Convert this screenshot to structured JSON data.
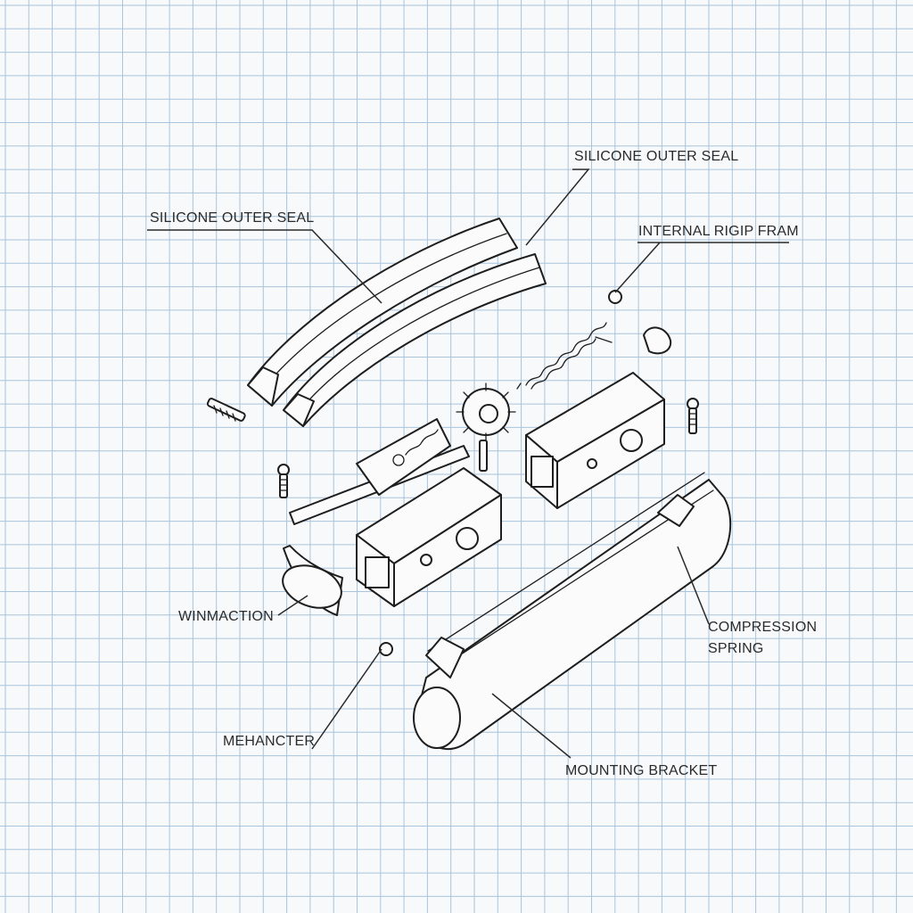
{
  "labels": {
    "seal_right": "SILICONE OUTER SEAL",
    "seal_left": "SILICONE OUTER SEAL",
    "frame": "INTERNAL RIGIP FRAM",
    "winmaction": "WINMACTION",
    "spring_line1": "COMPRESSION",
    "spring_line2": "SPRING",
    "mehancter": "MEHANCTER",
    "bracket": "MOUNTING BRACKET"
  },
  "colors": {
    "background": "#f7f9fb",
    "grid_line": "#a9c4dc",
    "ink": "#1e1e1e"
  }
}
